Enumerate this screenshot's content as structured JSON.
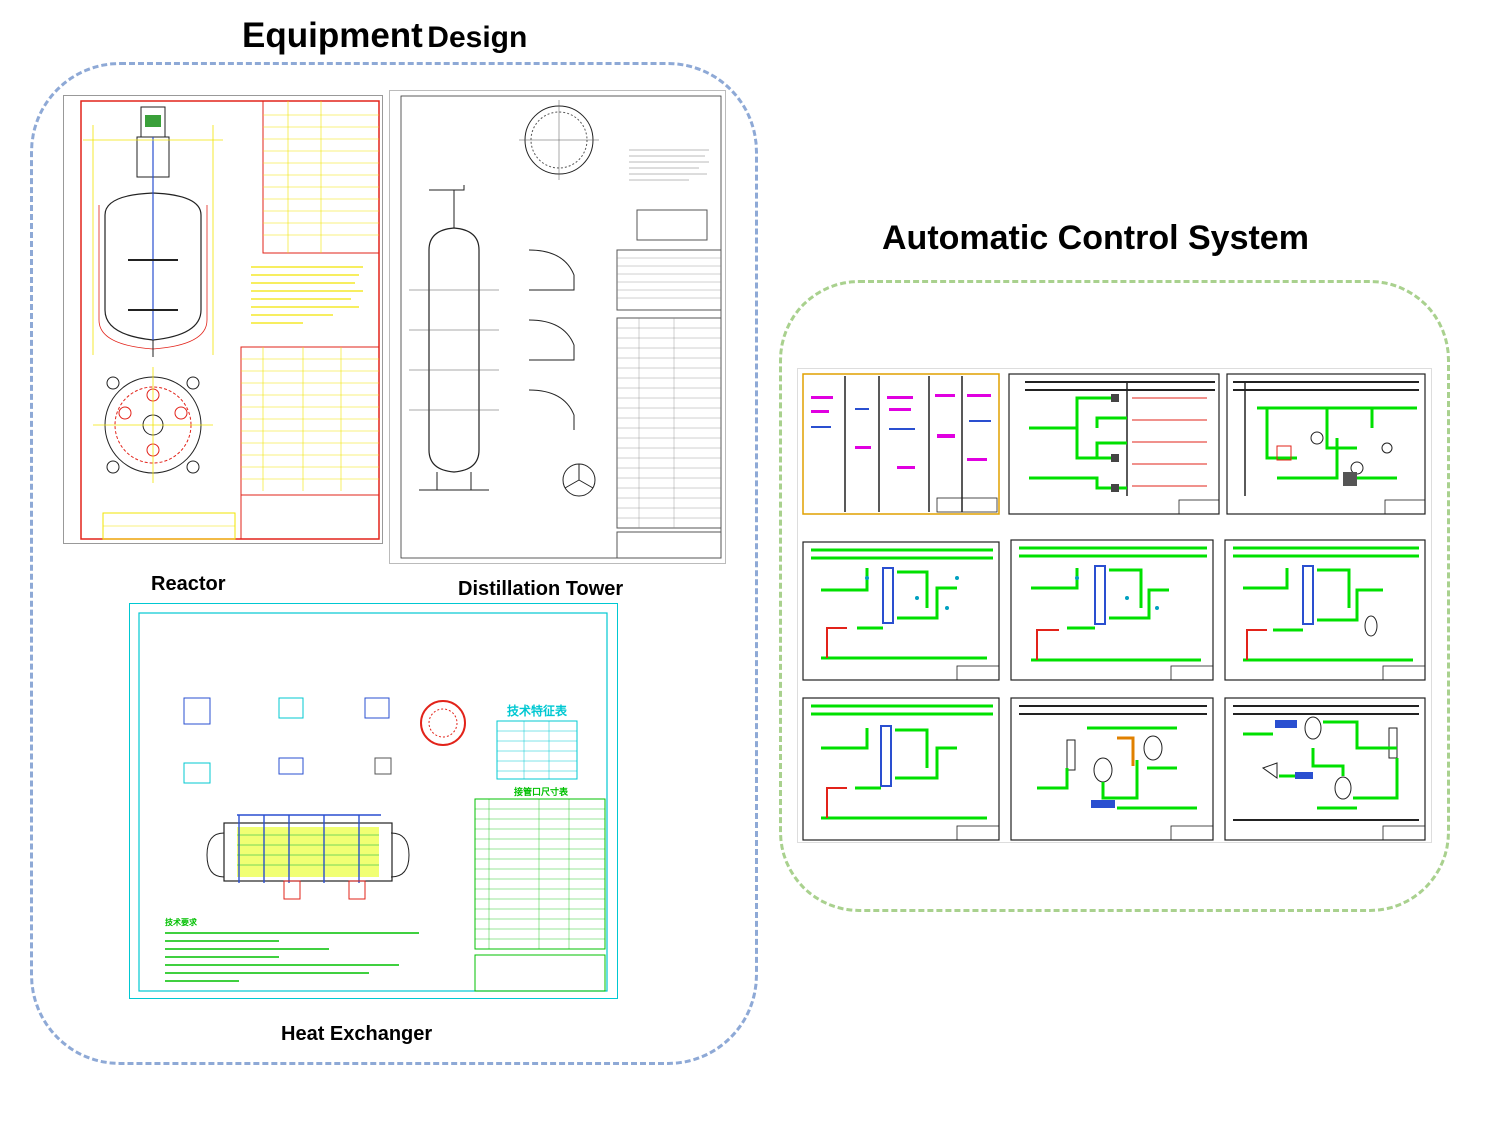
{
  "equipment": {
    "title_main": "Equipment",
    "title_sub": "Design",
    "reactor_label": "Reactor",
    "tower_label": "Distillation Tower",
    "hx_label": "Heat Exchanger",
    "hx_table_title": "技术特征表",
    "hx_nozzle_title": "接管口尺寸表",
    "hx_notes_title": "技术要求"
  },
  "control": {
    "title": "Automatic Control System"
  },
  "colors": {
    "equip_border": "#8ea9d6",
    "auto_border": "#a9d18e",
    "drawing_red": "#e2231a",
    "drawing_yellow": "#f2e400",
    "drawing_cyan": "#00c8d2",
    "drawing_green": "#00e000",
    "drawing_magenta": "#e000e0"
  }
}
